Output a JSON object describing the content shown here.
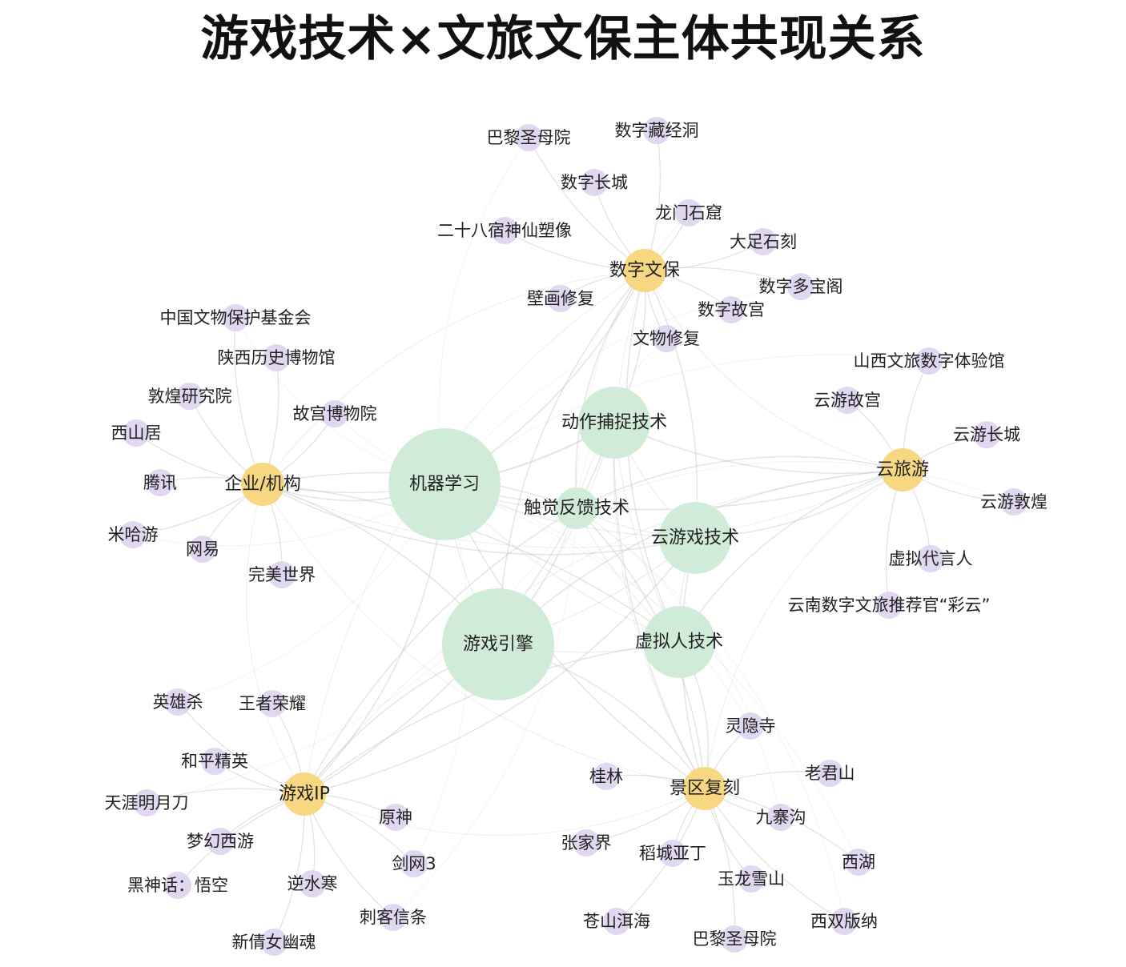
{
  "title": "游戏技术×文旅文保主体共现关系",
  "colors": {
    "tech": "#cdebd7",
    "hub": "#f7d57a",
    "entity": "#ddd3ee",
    "edge": "#c8c8c8",
    "text": "#222222"
  },
  "nodes": [
    {
      "id": "ml",
      "label": "机器学习",
      "type": "tech",
      "size": "xl"
    },
    {
      "id": "engine",
      "label": "游戏引擎",
      "type": "tech",
      "size": "xl"
    },
    {
      "id": "mocap",
      "label": "动作捕捉技术",
      "type": "tech",
      "size": "m"
    },
    {
      "id": "haptic",
      "label": "触觉反馈技术",
      "type": "tech",
      "size": "s"
    },
    {
      "id": "cloudgame",
      "label": "云游戏技术",
      "type": "tech",
      "size": "m"
    },
    {
      "id": "virtual",
      "label": "虚拟人技术",
      "type": "tech",
      "size": "m"
    },
    {
      "id": "digitalheritage",
      "label": "数字文保",
      "type": "hub"
    },
    {
      "id": "org",
      "label": "企业/机构",
      "type": "hub"
    },
    {
      "id": "cloudtour",
      "label": "云旅游",
      "type": "hub"
    },
    {
      "id": "gameip",
      "label": "游戏IP",
      "type": "hub"
    },
    {
      "id": "scenic",
      "label": "景区复刻",
      "type": "hub"
    },
    {
      "id": "n1",
      "label": "巴黎圣母院",
      "type": "entity"
    },
    {
      "id": "n2",
      "label": "数字藏经洞",
      "type": "entity"
    },
    {
      "id": "n3",
      "label": "数字长城",
      "type": "entity"
    },
    {
      "id": "n4",
      "label": "龙门石窟",
      "type": "entity"
    },
    {
      "id": "n5",
      "label": "二十八宿神仙塑像",
      "type": "entity"
    },
    {
      "id": "n6",
      "label": "大足石刻",
      "type": "entity"
    },
    {
      "id": "n7",
      "label": "数字多宝阁",
      "type": "entity"
    },
    {
      "id": "n8",
      "label": "壁画修复",
      "type": "entity"
    },
    {
      "id": "n9",
      "label": "数字故宫",
      "type": "entity"
    },
    {
      "id": "n10",
      "label": "文物修复",
      "type": "entity"
    },
    {
      "id": "n11",
      "label": "中国文物保护基金会",
      "type": "entity"
    },
    {
      "id": "n12",
      "label": "陕西历史博物馆",
      "type": "entity"
    },
    {
      "id": "n13",
      "label": "敦煌研究院",
      "type": "entity"
    },
    {
      "id": "n14",
      "label": "故宫博物院",
      "type": "entity"
    },
    {
      "id": "n15",
      "label": "西山居",
      "type": "entity"
    },
    {
      "id": "n16",
      "label": "腾讯",
      "type": "entity"
    },
    {
      "id": "n17",
      "label": "米哈游",
      "type": "entity"
    },
    {
      "id": "n18",
      "label": "网易",
      "type": "entity"
    },
    {
      "id": "n19",
      "label": "完美世界",
      "type": "entity"
    },
    {
      "id": "n20",
      "label": "山西文旅数字体验馆",
      "type": "entity"
    },
    {
      "id": "n21",
      "label": "云游故宫",
      "type": "entity"
    },
    {
      "id": "n22",
      "label": "云游长城",
      "type": "entity"
    },
    {
      "id": "n23",
      "label": "云游敦煌",
      "type": "entity"
    },
    {
      "id": "n24",
      "label": "虚拟代言人",
      "type": "entity"
    },
    {
      "id": "n25",
      "label": "云南数字文旅推荐官“彩云”",
      "type": "entity"
    },
    {
      "id": "n26",
      "label": "英雄杀",
      "type": "entity"
    },
    {
      "id": "n27",
      "label": "王者荣耀",
      "type": "entity"
    },
    {
      "id": "n28",
      "label": "和平精英",
      "type": "entity"
    },
    {
      "id": "n29",
      "label": "天涯明月刀",
      "type": "entity"
    },
    {
      "id": "n30",
      "label": "原神",
      "type": "entity"
    },
    {
      "id": "n31",
      "label": "梦幻西游",
      "type": "entity"
    },
    {
      "id": "n32",
      "label": "剑网3",
      "type": "entity"
    },
    {
      "id": "n33",
      "label": "黑神话：悟空",
      "type": "entity"
    },
    {
      "id": "n34",
      "label": "逆水寒",
      "type": "entity"
    },
    {
      "id": "n35",
      "label": "刺客信条",
      "type": "entity"
    },
    {
      "id": "n36",
      "label": "新倩女幽魂",
      "type": "entity"
    },
    {
      "id": "n37",
      "label": "灵隐寺",
      "type": "entity"
    },
    {
      "id": "n38",
      "label": "桂林",
      "type": "entity"
    },
    {
      "id": "n39",
      "label": "老君山",
      "type": "entity"
    },
    {
      "id": "n40",
      "label": "九寨沟",
      "type": "entity"
    },
    {
      "id": "n41",
      "label": "张家界",
      "type": "entity"
    },
    {
      "id": "n42",
      "label": "稻城亚丁",
      "type": "entity"
    },
    {
      "id": "n43",
      "label": "西湖",
      "type": "entity"
    },
    {
      "id": "n44",
      "label": "玉龙雪山",
      "type": "entity"
    },
    {
      "id": "n45",
      "label": "苍山洱海",
      "type": "entity"
    },
    {
      "id": "n46",
      "label": "西双版纳",
      "type": "entity"
    },
    {
      "id": "n47",
      "label": "巴黎圣母院",
      "type": "entity"
    }
  ]
}
